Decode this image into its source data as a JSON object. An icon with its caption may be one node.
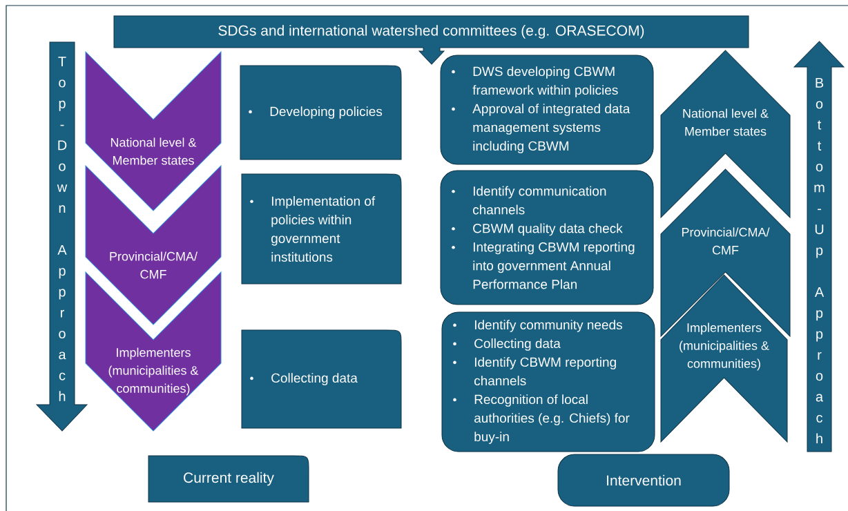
{
  "diagram": {
    "nodes": [
      {
        "text": [
          "SDGs and international watershed committees (e.g. ORASECOM)"
        ]
      },
      {
        "text": [
          "Top-Down Approach"
        ]
      },
      {
        "text": [
          "National level & Member states"
        ]
      },
      {
        "text": [
          "Provincial/CMA/ CMF"
        ]
      },
      {
        "text": [
          "Implementers (municipalities & communities)"
        ]
      },
      {
        "text": [
          "Developing policies"
        ]
      },
      {
        "text": [
          "Implementation of policies within government institutions"
        ]
      },
      {
        "text": [
          "Collecting data"
        ]
      },
      {
        "text": [
          "Current reality"
        ]
      },
      {
        "text": [
          "DWS developing CBWM framework within policies",
          "Approval of integrated data management systems including CBWM"
        ]
      },
      {
        "text": [
          "Identify communication channels",
          "CBWM quality data check",
          "Integrating CBWM reporting into government Annual Performance Plan"
        ]
      },
      {
        "text": [
          "Identify community needs",
          "Collecting data",
          "Identify CBWM reporting channels",
          "Recognition of local authorities (e.g. Chiefs) for buy-in"
        ]
      },
      {
        "text": [
          "National level & Member states"
        ]
      },
      {
        "text": [
          "Provincial/CMA/ CMF"
        ]
      },
      {
        "text": [
          "Implementers (municipalities & communities)"
        ]
      },
      {
        "text": [
          "Bottom-Up Approach"
        ]
      },
      {
        "text": [
          "Intervention"
        ]
      }
    ]
  }
}
